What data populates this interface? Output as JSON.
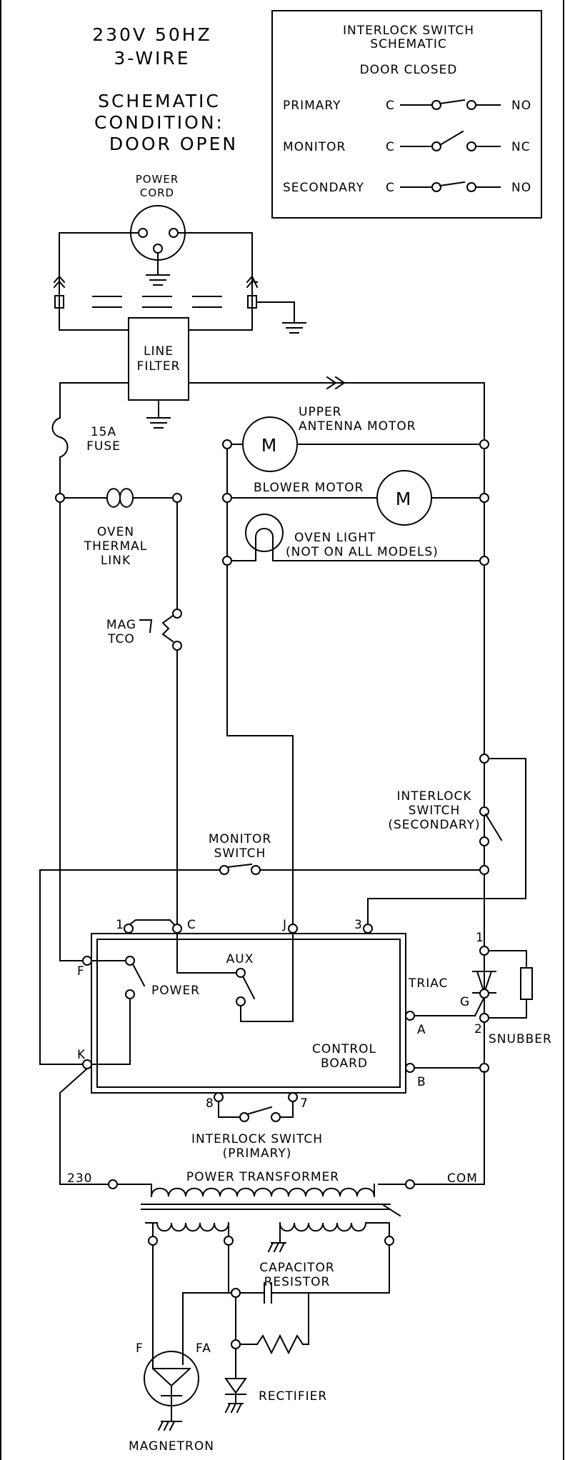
{
  "header": {
    "voltage": "230V 50HZ",
    "wiring": "3-WIRE",
    "condition_line1": "SCHEMATIC",
    "condition_line2": "CONDITION:",
    "condition_line3": "DOOR OPEN"
  },
  "interlock_box": {
    "title_line1": "INTERLOCK SWITCH",
    "title_line2": "SCHEMATIC",
    "subtitle": "DOOR CLOSED",
    "rows": [
      {
        "name": "PRIMARY",
        "common": "C",
        "state": "NO"
      },
      {
        "name": "MONITOR",
        "common": "C",
        "state": "NC"
      },
      {
        "name": "SECONDARY",
        "common": "C",
        "state": "NO"
      }
    ]
  },
  "labels": {
    "power_cord_1": "POWER",
    "power_cord_2": "CORD",
    "line_filter_1": "LINE",
    "line_filter_2": "FILTER",
    "fuse_1": "15A",
    "fuse_2": "FUSE",
    "upper_antenna_1": "UPPER",
    "upper_antenna_2": "ANTENNA MOTOR",
    "motor_symbol": "M",
    "blower_motor": "BLOWER MOTOR",
    "oven_light_1": "OVEN LIGHT",
    "oven_light_2": "(NOT ON ALL MODELS)",
    "thermal_1": "OVEN",
    "thermal_2": "THERMAL",
    "thermal_3": "LINK",
    "mag_tco_1": "MAG",
    "mag_tco_2": "TCO",
    "interlock_sec_1": "INTERLOCK",
    "interlock_sec_2": "SWITCH",
    "interlock_sec_3": "(SECONDARY)",
    "monitor_1": "MONITOR",
    "monitor_2": "SWITCH",
    "pin_1": "1",
    "pin_c": "C",
    "pin_j": "J",
    "pin_3": "3",
    "pin_f": "F",
    "pin_k": "K",
    "pin_a": "A",
    "pin_b": "B",
    "power": "POWER",
    "aux": "AUX",
    "control_1": "CONTROL",
    "control_2": "BOARD",
    "triac": "TRIAC",
    "triac_g": "G",
    "triac_1": "1",
    "triac_2": "2",
    "snubber": "SNUBBER",
    "pin_8": "8",
    "pin_7": "7",
    "interlock_pri_1": "INTERLOCK SWITCH",
    "interlock_pri_2": "(PRIMARY)",
    "t230": "230",
    "power_transformer": "POWER TRANSFORMER",
    "com": "COM",
    "capacitor": "CAPACITOR",
    "resistor": "RESISTOR",
    "mag_f": "F",
    "mag_fa": "FA",
    "rectifier": "RECTIFIER",
    "magnetron": "MAGNETRON"
  }
}
